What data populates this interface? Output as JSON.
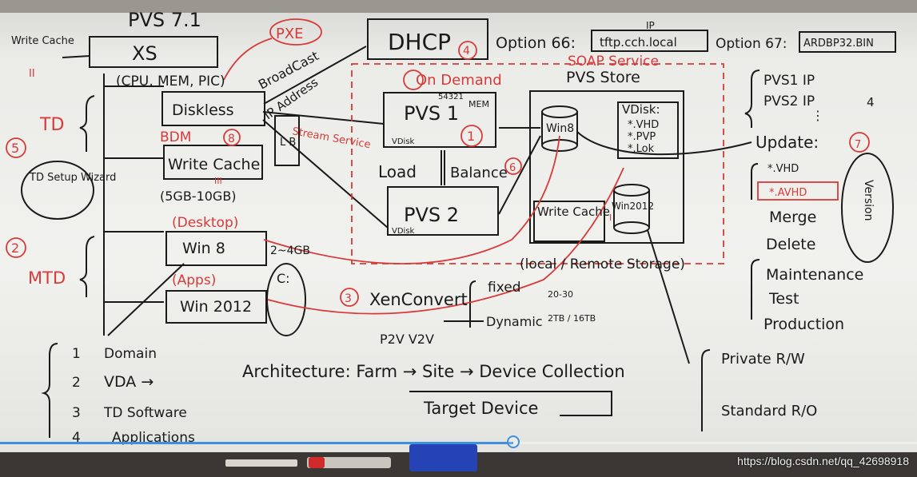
{
  "video": {
    "progress_percent": 56,
    "watermark": "https://blog.csdn.net/qq_42698918"
  },
  "board": {
    "top": {
      "pvs": "PVS 7.1",
      "xs": "XS",
      "resources": "(CPU, MEM, PIC)",
      "write_cache": "Write Cache",
      "write_cache_num": "II",
      "pxe": "PXE",
      "dhcp": "DHCP",
      "dhcp_num": "4",
      "option66_label": "Option 66:",
      "option66_value": "tftp.cch.local",
      "ip_tag": "IP",
      "option67_label": "Option 67:",
      "option67_value": "ARDBP32.BIN",
      "soap": "SOAP Service",
      "broadcast": "BroadCast",
      "ip_address": "IP Address"
    },
    "left": {
      "td": "TD",
      "td_num": "5",
      "diskless": "Diskless",
      "bdm": "BDM",
      "bdm_num": "8",
      "write_cache": "Write Cache",
      "write_cache_num": "III",
      "cache_size": "(5GB-10GB)",
      "td_setup": "TD Setup Wizard",
      "mtd": "MTD",
      "mtd_num": "2",
      "desktop": "(Desktop)",
      "win8": "Win 8",
      "ram": "2~4GB",
      "apps": "(Apps)",
      "win2012": "Win 2012",
      "c_drive": "C:",
      "lb": "L B"
    },
    "center": {
      "on_demand": "On Demand",
      "stream": "Stream Service",
      "pvs1": "PVS 1",
      "ports": "54321",
      "mem": "MEM",
      "vdisk_small": "VDisk",
      "pvs1_num": "1",
      "load": "Load",
      "balance": "Balance",
      "balance_num": "6",
      "pvs2": "PVS 2",
      "vdisk_small2": "VDisk"
    },
    "store": {
      "title": "PVS Store",
      "vdisk_label": "VDisk:",
      "vdisk_items": [
        "*.VHD",
        "*.PVP",
        "*.Lok"
      ],
      "win8": "Win8",
      "win2012": "Win2012",
      "write_cache": "Write Cache",
      "write_cache_num": "I",
      "storage": "(local / Remote Storage)"
    },
    "right": {
      "pvs1_ip": "PVS1  IP",
      "pvs2_ip": "PVS2  IP",
      "pvs_num": "4",
      "ellipsis": "⋮",
      "update": "Update:",
      "update_num": "7",
      "vhd": "*.VHD",
      "avhd": "*.AVHD",
      "merge": "Merge",
      "delete": "Delete",
      "version": "Version",
      "maintenance": "Maintenance",
      "test": "Test",
      "production": "Production",
      "private": "Private  R/W",
      "standard": "Standard  R/O"
    },
    "bottom": {
      "xenconvert_num": "3",
      "xenconvert": "XenConvert",
      "fixed": "fixed",
      "fixed_range": "20-30",
      "dynamic": "Dynamic",
      "dynamic_range": "2TB / 16TB",
      "p2v": "P2V  V2V",
      "architecture": "Architecture: Farm → Site → Device Collection",
      "target_device": "Target Device",
      "list": [
        {
          "num": "1",
          "text": "Domain"
        },
        {
          "num": "2",
          "text": "VDA →"
        },
        {
          "num": "3",
          "text": "TD Software"
        },
        {
          "num": "4",
          "text": "Applications"
        }
      ]
    }
  }
}
